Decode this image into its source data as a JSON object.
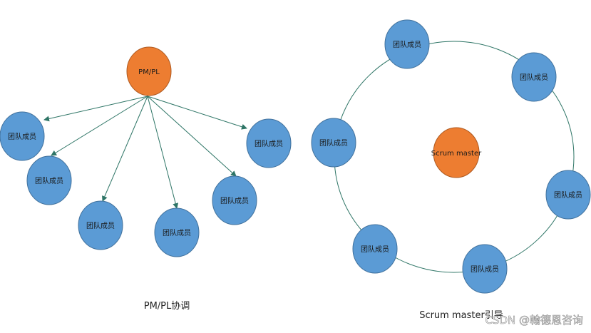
{
  "colors": {
    "member_fill": "#5b9bd5",
    "member_stroke": "#41719c",
    "lead_fill": "#ed7d31",
    "lead_stroke": "#ae5a21",
    "connector": "#2e7566"
  },
  "left_diagram": {
    "lead_label": "PM/PL",
    "member_label": "团队成员",
    "caption": "PM/PL协调"
  },
  "right_diagram": {
    "center_label": "Scrum master",
    "member_label": "团队成员",
    "caption": "Scrum master引导"
  },
  "watermark": "CSDN @翰德恩咨询"
}
